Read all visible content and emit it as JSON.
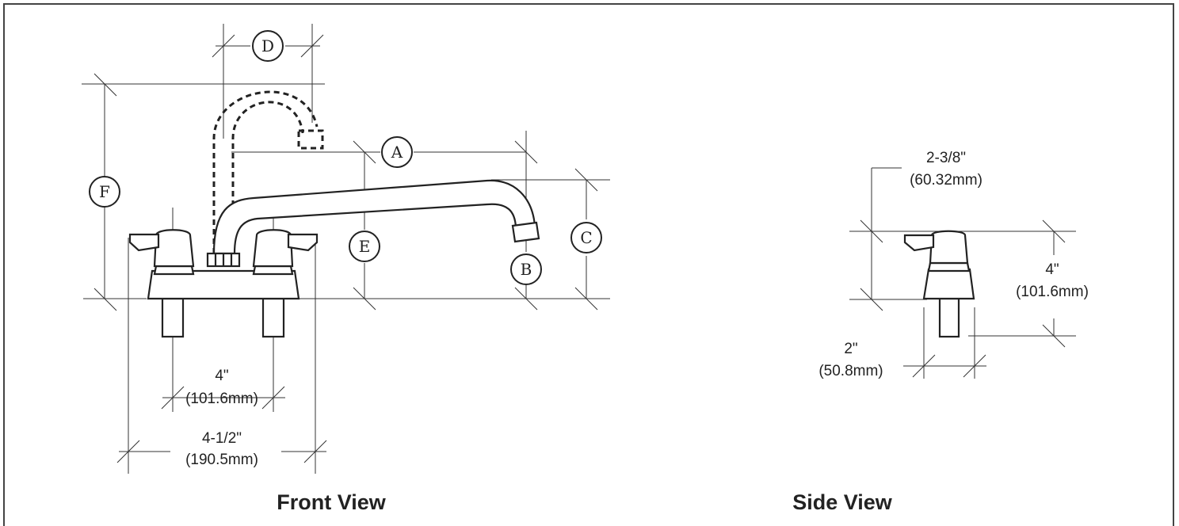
{
  "front_view": {
    "caption": "Front View",
    "callouts": {
      "a": "A",
      "b": "B",
      "c": "C",
      "d": "D",
      "e": "E",
      "f": "F"
    },
    "centers_dim": {
      "inch": "4\"",
      "mm": "(101.6mm)"
    },
    "overall_dim": {
      "inch": "4-1/2\"",
      "mm": "(190.5mm)"
    }
  },
  "side_view": {
    "caption": "Side View",
    "depth_dim": {
      "inch": "2-3/8\"",
      "mm": "(60.32mm)"
    },
    "height_dim": {
      "inch": "4\"",
      "mm": "(101.6mm)"
    },
    "shank_dim": {
      "inch": "2\"",
      "mm": "(50.8mm)"
    }
  }
}
